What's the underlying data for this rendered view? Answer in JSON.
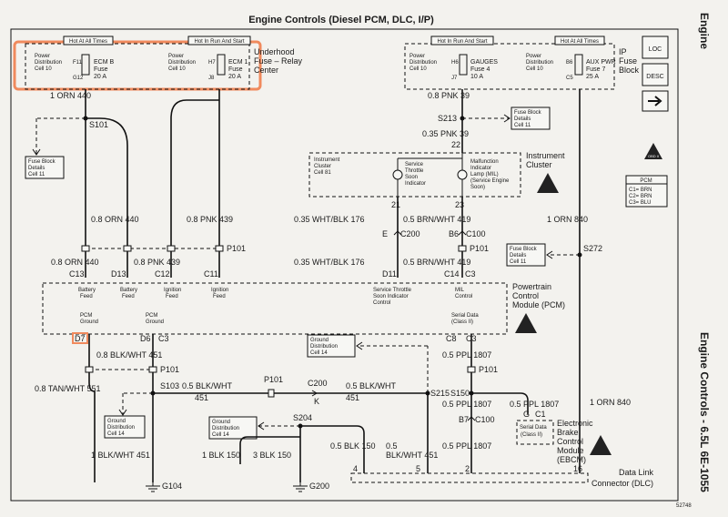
{
  "title": "Engine Controls (Diesel PCM, DLC, I/P)",
  "side_right_top": "Engine",
  "side_right_bottom": "Engine Controls - 6.5L   6E-1055",
  "page_code": "52748",
  "underhood": {
    "hot_all_times": "Hot At All Times",
    "hot_run_start": "Hot In Run And Start",
    "power_dist_1": [
      "Power",
      "Distribution",
      "Cell 10"
    ],
    "fuse1": {
      "top": "F11",
      "bottom": "G12",
      "name": [
        "ECM B",
        "Fuse",
        "20 A"
      ]
    },
    "power_dist_2": [
      "Power",
      "Distribution",
      "Cell 10"
    ],
    "fuse2": {
      "top": "H7",
      "bottom": "J8",
      "name": [
        "ECM 1",
        "Fuse",
        "20 A"
      ]
    },
    "label": [
      "Underhood",
      "Fuse – Relay",
      "Center"
    ]
  },
  "ipfuse": {
    "hot_run_start": "Hot In Run And Start",
    "hot_all_times": "Hot At All Times",
    "power_dist_1": [
      "Power",
      "Distribution",
      "Cell 10"
    ],
    "fuse1": {
      "top": "H6",
      "bottom": "J7",
      "name": [
        "GAUGES",
        "Fuse 4",
        "10 A"
      ]
    },
    "power_dist_2": [
      "Power",
      "Distribution",
      "Cell 10"
    ],
    "fuse2": {
      "top": "B6",
      "bottom": "C5",
      "name": [
        "AUX PWR",
        "Fuse 7",
        "25 A"
      ]
    },
    "label": [
      "IP",
      "Fuse",
      "Block"
    ]
  },
  "legend": {
    "loc": "LOC",
    "desc": "DESC"
  },
  "pcm_codes": {
    "title": "PCM",
    "lines": [
      "C1= BRN",
      "C2= BRN",
      "C3= BLU"
    ]
  },
  "obd": "OBD II",
  "wires": {
    "orn440_top": "1 ORN   440",
    "s101": "S101",
    "fb_left": [
      "Fuse Block",
      "Details",
      "Cell 11"
    ],
    "orn440_mid": "0.8 ORN   440",
    "pnk439_mid": "0.8 PNK   439",
    "p101_top": "P101",
    "orn440_low": "0.8 ORN   440",
    "pnk439_low": "0.8 PNK   439",
    "c13": "C13",
    "d13": "D13",
    "c12": "C12",
    "c11": "C11",
    "pnk39_1": "0.8 PNK   39",
    "s213": "S213",
    "fb_mid": [
      "Fuse Block",
      "Details",
      "Cell 11"
    ],
    "pnk39_2": "0.35 PNK   39",
    "n22": "22",
    "n21": "21",
    "n23": "23",
    "wht176_1": "0.35 WHT/BLK   176",
    "c200": "E",
    "c200b": "C200",
    "wht176_2": "0.35 WHT/BLK   176",
    "d11": "D11",
    "brn419_1": "0.5 BRN/WHT   419",
    "b6": "B6",
    "c100": "C100",
    "p101_r": "P101",
    "brn419_2": "0.5 BRN/WHT   419",
    "c14": "C14",
    "c3": "C3",
    "fb_right": [
      "Fuse Block",
      "Details",
      "Cell 11"
    ],
    "s272": "S272",
    "orn840_1": "1 ORN   840",
    "orn840_2": "1 ORN   840"
  },
  "ic": {
    "left": [
      "Instrument",
      "Cluster",
      "Cell 81"
    ],
    "sts": [
      "Service",
      "Throttle",
      "Soon",
      "Indicator"
    ],
    "mil": [
      "Malfunction",
      "Indicator",
      "Lamp (MIL)",
      "(Service Engine",
      "Soon)"
    ],
    "label": [
      "Instrument",
      "Cluster"
    ]
  },
  "pcm": {
    "bf1": [
      "Battery",
      "Feed"
    ],
    "bf2": [
      "Battery",
      "Feed"
    ],
    "if1": [
      "Ignition",
      "Feed"
    ],
    "if2": [
      "Ignition",
      "Feed"
    ],
    "sts": [
      "Service Throttle",
      "Soon Indicator",
      "Control"
    ],
    "mil": [
      "MIL",
      "Control"
    ],
    "g1": [
      "PCM",
      "Ground"
    ],
    "g2": [
      "PCM",
      "Ground"
    ],
    "serial": [
      "Serial Data",
      "(Class II)"
    ],
    "label": [
      "Powertrain",
      "Control",
      "Module (PCM)"
    ],
    "d7": "D7",
    "d6": "D6",
    "c3": "C3",
    "c8": "C8",
    "c3b": "C3"
  },
  "bottom": {
    "blk451_1": "0.8 BLK/WHT   451",
    "p101a": "P101",
    "tan551": "0.8 TAN/WHT   551",
    "s103": "S103",
    "blk451_2": "0.5 BLK/WHT",
    "n451a": "451",
    "p101b": "P101",
    "c200": "C200",
    "k": "K",
    "blk451_3": "0.5 BLK/WHT",
    "n451b": "451",
    "s215": "S215",
    "gd_top": [
      "Ground",
      "Distribution",
      "Cell 14"
    ],
    "gd_left": [
      "Ground",
      "Distribution",
      "Cell 14"
    ],
    "gd_mid": [
      "Ground",
      "Distribution",
      "Cell 14"
    ],
    "s204": "S204",
    "blk451_4": "1 BLK/WHT   451",
    "blk150_1": "1 BLK   150",
    "blk150_2": "3 BLK   150",
    "blk150_3": "0.5 BLK   150",
    "blk451_5": "0.5",
    "blk451_5b": "BLK/WHT   451",
    "g104": "G104",
    "g200": "G200",
    "ppl1807_1": "0.5 PPL   1807",
    "p101c": "P101",
    "s150": "S150",
    "ppl1807_2": "0.5 PPL   1807",
    "ppl1807_3": "0.5 PPL   1807",
    "ppl1807_4": "0.5 PPL   1807",
    "b7": "B7",
    "c100": "C100",
    "g": "G",
    "c1": "C1",
    "serial": [
      "Serial Data",
      "(Class II)"
    ],
    "ebcm": [
      "Electronic",
      "Brake",
      "Control",
      "Module",
      "(EBCM)"
    ],
    "dlc": [
      "Data Link",
      "Connector (DLC)"
    ],
    "p4": "4",
    "p5": "5",
    "p2": "2",
    "p16": "16"
  },
  "colors": {
    "highlight": "#f08a5d",
    "ink": "#111111",
    "paper": "#f3f2ee"
  }
}
